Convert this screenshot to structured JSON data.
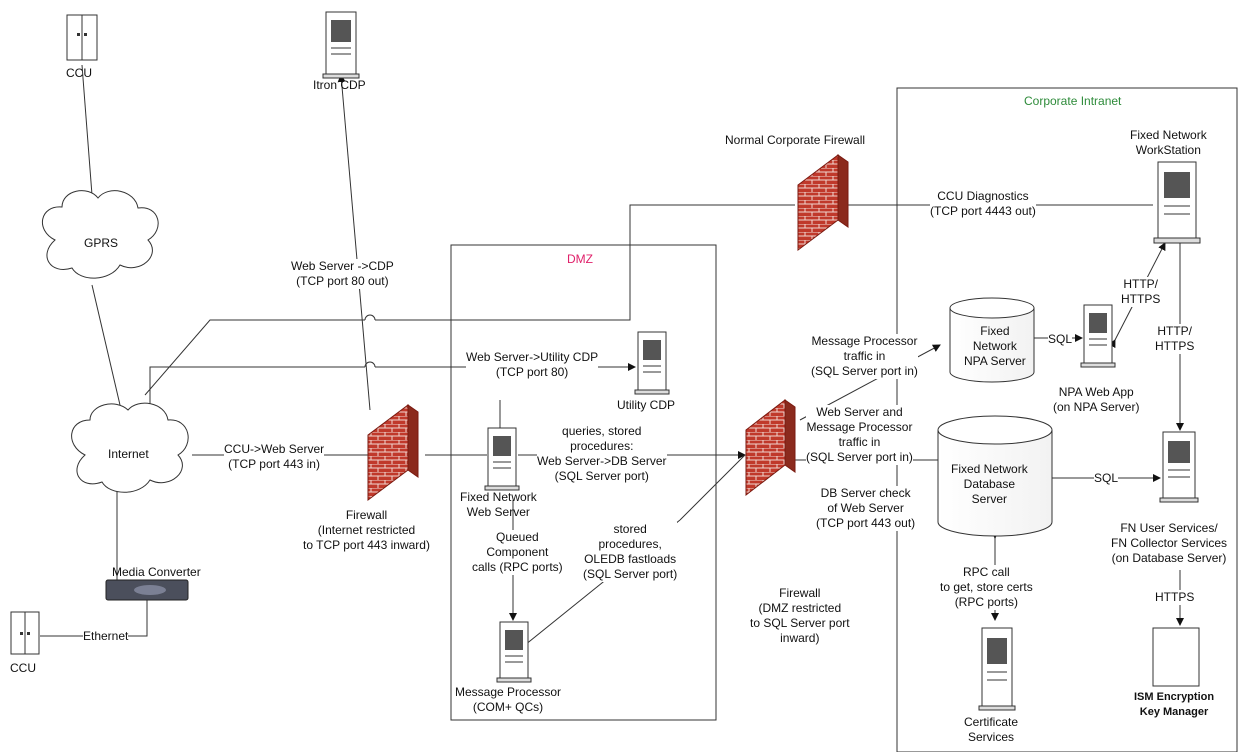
{
  "colors": {
    "dmz_label": "#e0206a",
    "intranet_label": "#2e8b3a",
    "firewall_brick": "#c0392b",
    "line": "#333333"
  },
  "zones": {
    "dmz": "DMZ",
    "corporate_intranet": "Corporate Intranet"
  },
  "nodes": {
    "ccu_top": "CCU",
    "ccu_bottom": "CCU",
    "gprs": "GPRS",
    "internet": "Internet",
    "itron_cdp": "Itron CDP",
    "media_converter": "Media Converter",
    "ethernet": "Ethernet",
    "firewall_internet": "Firewall\n(Internet restricted\nto TCP port 443 inward)",
    "normal_corporate_firewall": "Normal Corporate Firewall",
    "firewall_dmz": "Firewall\n(DMZ restricted\nto SQL Server port\ninward)",
    "utility_cdp": "Utility CDP",
    "fixed_network_web_server": "Fixed Network\nWeb Server",
    "message_processor": "Message Processor\n(COM+ QCs)",
    "fixed_network_workstation": "Fixed Network\nWorkStation",
    "npa_server": "Fixed\nNetwork\nNPA Server",
    "npa_web_app": "NPA Web App\n(on NPA Server)",
    "database_server": "Fixed Network\nDatabase\nServer",
    "fn_user_services": "FN User Services/\nFN Collector Services\n(on Database Server)",
    "certificate_services": "Certificate\nServices",
    "ism_key_manager": "ISM Encryption\nKey Manager"
  },
  "edges": {
    "web_to_cdp": "Web Server ->CDP\n(TCP port 80 out)",
    "web_to_utility_cdp": "Web Server->Utility CDP\n(TCP port 80)",
    "ccu_to_web": "CCU->Web Server\n(TCP port 443 in)",
    "queries_stored": "queries, stored\nprocedures:\nWeb Server->DB Server\n(SQL Server port)",
    "queued_component": "Queued\nComponent\ncalls (RPC ports)",
    "stored_oledb": "stored\nprocedures,\nOLEDB fastloads\n(SQL Server port)",
    "ccu_diagnostics": "CCU Diagnostics\n(TCP port 4443 out)",
    "mp_traffic_in": "Message Processor\ntraffic in\n(SQL Server port in)",
    "web_mp_traffic_in": "Web Server and\nMessage Processor\ntraffic in\n(SQL Server port in)",
    "db_check_web": "DB Server check\nof Web Server\n(TCP port 443 out)",
    "sql_npa": "SQL",
    "sql_db": "SQL",
    "http_https_npa": "HTTP/\nHTTPS",
    "http_https_fn": "HTTP/\nHTTPS",
    "https_ism": "HTTPS",
    "rpc_call": "RPC call\nto get, store certs\n(RPC ports)"
  }
}
